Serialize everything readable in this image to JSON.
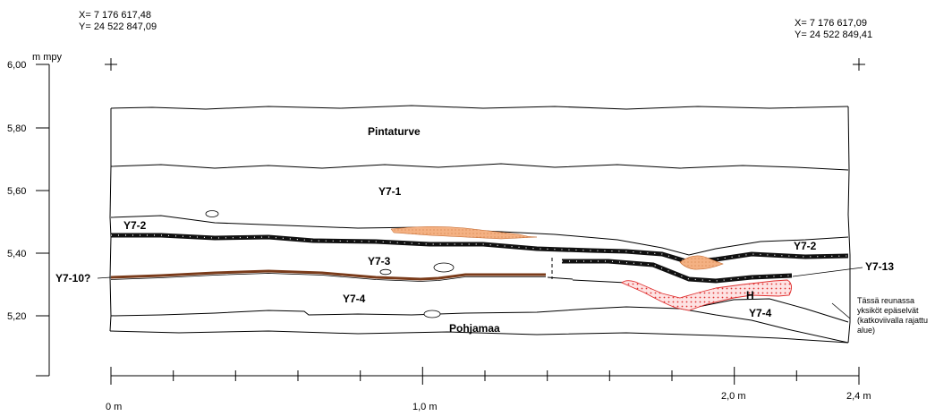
{
  "coords": {
    "left": {
      "x": "X= 7 176 617,48",
      "y": "Y= 24 522 847,09"
    },
    "right": {
      "x": "X= 7 176 617,09",
      "y": "Y= 24 522 849,41"
    }
  },
  "y_axis": {
    "unit": "m mpy",
    "ticks": [
      "6,00",
      "5,80",
      "5,60",
      "5,40",
      "5,20"
    ]
  },
  "x_axis": {
    "labels": [
      "0 m",
      "1,0 m",
      "2,0 m",
      "2,4 m"
    ]
  },
  "layers": {
    "pintaturve": "Pintaturve",
    "y7_1": "Y7-1",
    "y7_2_left": "Y7-2",
    "y7_2_right": "Y7-2",
    "y7_3": "Y7-3",
    "y7_10": "Y7-10?",
    "y7_4_left": "Y7-4",
    "y7_4_right": "Y7-4",
    "y7_13": "Y7-13",
    "h": "H",
    "pohjamaa": "Pohjamaa"
  },
  "note": [
    "Tässä reunassa",
    "yksiköt epäselvät",
    "(katkoviivalla rajattu",
    "alue)"
  ],
  "colors": {
    "charcoal": "#111111",
    "orange_fill": "#f4b183",
    "brown_line": "#7a3b1a",
    "red_fill": "#f8c0c0",
    "red_line": "#e03030"
  }
}
